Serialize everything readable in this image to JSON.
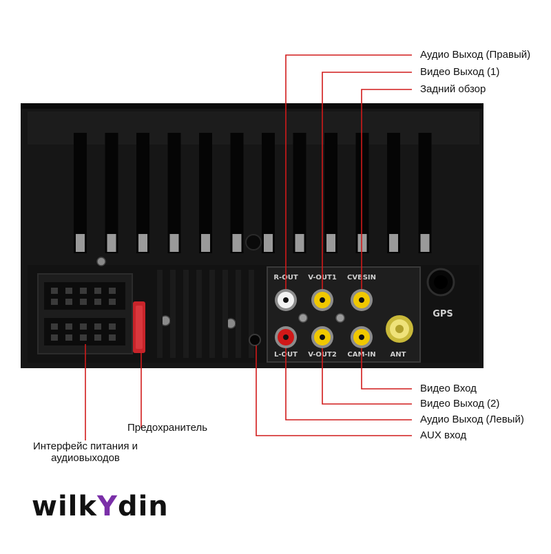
{
  "brand": {
    "before": "wilk",
    "accent": "Y",
    "after": "din",
    "accent_color": "#7a2fa8"
  },
  "port_labels": {
    "rout": "R-OUT",
    "vout1": "V-OUT1",
    "cvbsin": "CVBSIN",
    "lout": "L-OUT",
    "vout2": "V-OUT2",
    "camin": "CAM-IN",
    "ant": "ANT",
    "gps": "GPS"
  },
  "callouts": {
    "audio_out_right": "Аудио Выход (Правый)",
    "video_out_1": "Видео Выход (1)",
    "rear_view": "Задний обзор",
    "video_in": "Видео Вход",
    "video_out_2": "Видео Выход (2)",
    "audio_out_left": "Аудио Выход (Левый)",
    "aux_in": "AUX вход",
    "fuse": "Предохранитель",
    "power_interface": "Интерфейс питания и аудиовыходов"
  },
  "colors": {
    "leader": "#d11a1a",
    "body": "#161616",
    "jack_white": "#f2f2f2",
    "jack_red": "#d01818",
    "jack_yellow": "#f0c800",
    "fuse": "#c8242a"
  }
}
